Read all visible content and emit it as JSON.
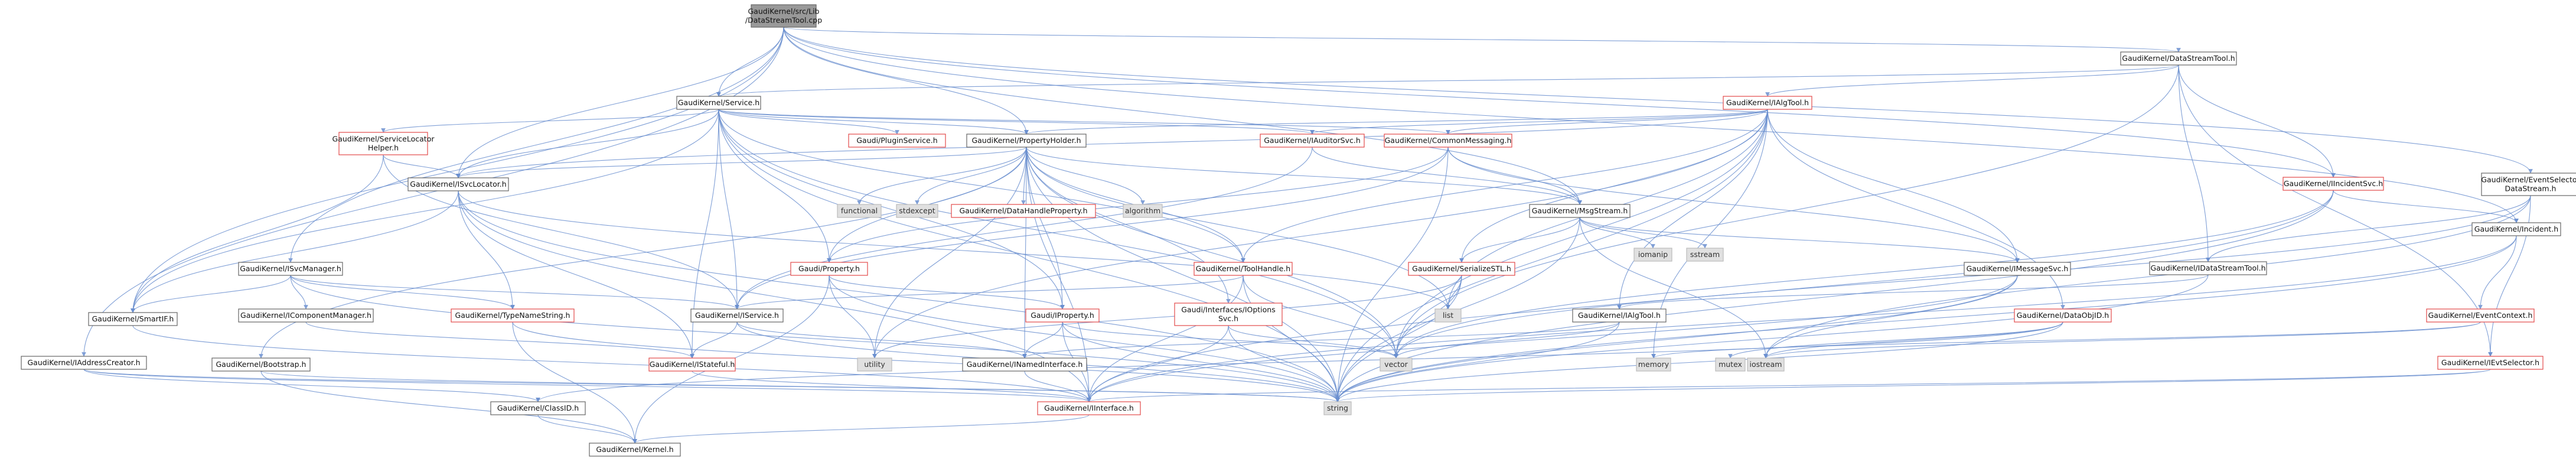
{
  "diagram": {
    "edge_color": "#6a8fcf",
    "root_fill": "#999999",
    "highlight_border": "#e34a4a",
    "external_fill": "#e0e0e0",
    "nodes": [
      {
        "id": "root",
        "lines": [
          "GaudiKernel/src/Lib",
          "/DataStreamTool.cpp"
        ],
        "style": "root"
      },
      {
        "id": "service_h",
        "lines": [
          "GaudiKernel/Service.h"
        ],
        "style": "plain"
      },
      {
        "id": "datastreamtool_h",
        "lines": [
          "GaudiKernel/DataStreamTool.h"
        ],
        "style": "plain"
      },
      {
        "id": "ialgtool_h",
        "lines": [
          "GaudiKernel/IAlgTool.h"
        ],
        "style": "red"
      },
      {
        "id": "servicelocator",
        "lines": [
          "GaudiKernel/ServiceLocator",
          "Helper.h"
        ],
        "style": "red"
      },
      {
        "id": "pluginservice",
        "lines": [
          "Gaudi/PluginService.h"
        ],
        "style": "red"
      },
      {
        "id": "propertyholder",
        "lines": [
          "GaudiKernel/PropertyHolder.h"
        ],
        "style": "plain"
      },
      {
        "id": "iauditorsvc",
        "lines": [
          "GaudiKernel/IAuditorSvc.h"
        ],
        "style": "red"
      },
      {
        "id": "commonmessaging",
        "lines": [
          "GaudiKernel/CommonMessaging.h"
        ],
        "style": "red"
      },
      {
        "id": "iincidentsvc",
        "lines": [
          "GaudiKernel/IIncidentSvc.h"
        ],
        "style": "red"
      },
      {
        "id": "eventselector",
        "lines": [
          "GaudiKernel/EventSelector",
          "DataStream.h"
        ],
        "style": "plain"
      },
      {
        "id": "smartif",
        "lines": [
          "GaudiKernel/SmartIF.h"
        ],
        "style": "plain"
      },
      {
        "id": "isvclocator",
        "lines": [
          "GaudiKernel/ISvcLocator.h"
        ],
        "style": "plain"
      },
      {
        "id": "functional",
        "lines": [
          "functional"
        ],
        "style": "ext"
      },
      {
        "id": "stdexcept",
        "lines": [
          "stdexcept"
        ],
        "style": "ext"
      },
      {
        "id": "datahandleproperty",
        "lines": [
          "GaudiKernel/DataHandleProperty.h"
        ],
        "style": "red"
      },
      {
        "id": "algorithm",
        "lines": [
          "algorithm"
        ],
        "style": "ext"
      },
      {
        "id": "msgstream",
        "lines": [
          "GaudiKernel/MsgStream.h"
        ],
        "style": "plain"
      },
      {
        "id": "iomanip",
        "lines": [
          "iomanip"
        ],
        "style": "ext"
      },
      {
        "id": "sstream",
        "lines": [
          "sstream"
        ],
        "style": "ext"
      },
      {
        "id": "idatastreamtool",
        "lines": [
          "GaudiKernel/IDataStreamTool.h"
        ],
        "style": "plain"
      },
      {
        "id": "incident",
        "lines": [
          "GaudiKernel/Incident.h"
        ],
        "style": "plain"
      },
      {
        "id": "isvcmanager",
        "lines": [
          "GaudiKernel/ISvcManager.h"
        ],
        "style": "plain"
      },
      {
        "id": "gaudiproperty",
        "lines": [
          "Gaudi/Property.h"
        ],
        "style": "red"
      },
      {
        "id": "toolhandle",
        "lines": [
          "GaudiKernel/ToolHandle.h"
        ],
        "style": "red"
      },
      {
        "id": "serializestl",
        "lines": [
          "GaudiKernel/SerializeSTL.h"
        ],
        "style": "red"
      },
      {
        "id": "imessagesvc",
        "lines": [
          "GaudiKernel/IMessageSvc.h"
        ],
        "style": "plain"
      },
      {
        "id": "icomponentmanager",
        "lines": [
          "GaudiKernel/IComponentManager.h"
        ],
        "style": "plain"
      },
      {
        "id": "typenamestring",
        "lines": [
          "GaudiKernel/TypeNameString.h"
        ],
        "style": "red"
      },
      {
        "id": "iservice",
        "lines": [
          "GaudiKernel/IService.h"
        ],
        "style": "plain"
      },
      {
        "id": "iproperty",
        "lines": [
          "Gaudi/IProperty.h"
        ],
        "style": "red"
      },
      {
        "id": "ioptionssvc",
        "lines": [
          "Gaudi/Interfaces/IOptions",
          "Svc.h"
        ],
        "style": "red"
      },
      {
        "id": "list",
        "lines": [
          "list"
        ],
        "style": "ext"
      },
      {
        "id": "ialgtool2",
        "lines": [
          "GaudiKernel/IAlgTool.h"
        ],
        "style": "plain"
      },
      {
        "id": "dataobjid",
        "lines": [
          "GaudiKernel/DataObjID.h"
        ],
        "style": "red"
      },
      {
        "id": "eventcontext",
        "lines": [
          "GaudiKernel/EventContext.h"
        ],
        "style": "red"
      },
      {
        "id": "ievtselector",
        "lines": [
          "GaudiKernel/IEvtSelector.h"
        ],
        "style": "red"
      },
      {
        "id": "iaddresscreator",
        "lines": [
          "GaudiKernel/IAddressCreator.h"
        ],
        "style": "plain"
      },
      {
        "id": "bootstrap",
        "lines": [
          "GaudiKernel/Bootstrap.h"
        ],
        "style": "plain"
      },
      {
        "id": "istateful",
        "lines": [
          "GaudiKernel/IStateful.h"
        ],
        "style": "red"
      },
      {
        "id": "utility",
        "lines": [
          "utility"
        ],
        "style": "ext"
      },
      {
        "id": "inamedinterface",
        "lines": [
          "GaudiKernel/INamedInterface.h"
        ],
        "style": "plain"
      },
      {
        "id": "vector",
        "lines": [
          "vector"
        ],
        "style": "ext"
      },
      {
        "id": "memory",
        "lines": [
          "memory"
        ],
        "style": "ext"
      },
      {
        "id": "mutex",
        "lines": [
          "mutex"
        ],
        "style": "ext"
      },
      {
        "id": "iostream",
        "lines": [
          "iostream"
        ],
        "style": "ext"
      },
      {
        "id": "classid",
        "lines": [
          "GaudiKernel/ClassID.h"
        ],
        "style": "plain"
      },
      {
        "id": "string",
        "lines": [
          "string"
        ],
        "style": "ext"
      },
      {
        "id": "iinterface",
        "lines": [
          "GaudiKernel/IInterface.h"
        ],
        "style": "red"
      },
      {
        "id": "kernel",
        "lines": [
          "GaudiKernel/Kernel.h"
        ],
        "style": "plain"
      }
    ],
    "edges": [
      [
        "root",
        "service_h"
      ],
      [
        "root",
        "datastreamtool_h"
      ],
      [
        "root",
        "propertyholder"
      ],
      [
        "root",
        "msgstream"
      ],
      [
        "root",
        "isvclocator"
      ],
      [
        "root",
        "isvcmanager"
      ],
      [
        "root",
        "smartif"
      ],
      [
        "root",
        "iaddresscreator"
      ],
      [
        "root",
        "incident"
      ],
      [
        "root",
        "eventselector"
      ],
      [
        "root",
        "iincidentsvc"
      ],
      [
        "datastreamtool_h",
        "service_h"
      ],
      [
        "datastreamtool_h",
        "ialgtool_h"
      ],
      [
        "datastreamtool_h",
        "idatastreamtool"
      ],
      [
        "datastreamtool_h",
        "iincidentsvc"
      ],
      [
        "datastreamtool_h",
        "ievtselector"
      ],
      [
        "datastreamtool_h",
        "vector"
      ],
      [
        "service_h",
        "servicelocator"
      ],
      [
        "service_h",
        "pluginservice"
      ],
      [
        "service_h",
        "propertyholder"
      ],
      [
        "service_h",
        "iauditorsvc"
      ],
      [
        "service_h",
        "commonmessaging"
      ],
      [
        "service_h",
        "isvclocator"
      ],
      [
        "service_h",
        "smartif"
      ],
      [
        "service_h",
        "iservice"
      ],
      [
        "service_h",
        "iproperty"
      ],
      [
        "service_h",
        "gaudiproperty"
      ],
      [
        "service_h",
        "vector"
      ],
      [
        "service_h",
        "string"
      ],
      [
        "service_h",
        "istateful"
      ],
      [
        "service_h",
        "toolhandle"
      ],
      [
        "ialgtool_h",
        "propertyholder"
      ],
      [
        "ialgtool_h",
        "iauditorsvc"
      ],
      [
        "ialgtool_h",
        "commonmessaging"
      ],
      [
        "ialgtool_h",
        "ialgtool2"
      ],
      [
        "ialgtool_h",
        "dataobjid"
      ],
      [
        "ialgtool_h",
        "imessagesvc"
      ],
      [
        "ialgtool_h",
        "list"
      ],
      [
        "ialgtool_h",
        "vector"
      ],
      [
        "ialgtool_h",
        "string"
      ],
      [
        "ialgtool_h",
        "toolhandle"
      ],
      [
        "ialgtool_h",
        "serializestl"
      ],
      [
        "ialgtool_h",
        "utility"
      ],
      [
        "ialgtool_h",
        "memory"
      ],
      [
        "ialgtool_h",
        "isvclocator"
      ],
      [
        "servicelocator",
        "isvclocator"
      ],
      [
        "servicelocator",
        "smartif"
      ],
      [
        "servicelocator",
        "iservice"
      ],
      [
        "propertyholder",
        "isvclocator"
      ],
      [
        "propertyholder",
        "functional"
      ],
      [
        "propertyholder",
        "stdexcept"
      ],
      [
        "propertyholder",
        "datahandleproperty"
      ],
      [
        "propertyholder",
        "algorithm"
      ],
      [
        "propertyholder",
        "msgstream"
      ],
      [
        "propertyholder",
        "gaudiproperty"
      ],
      [
        "propertyholder",
        "iproperty"
      ],
      [
        "propertyholder",
        "ioptionssvc"
      ],
      [
        "propertyholder",
        "toolhandle"
      ],
      [
        "propertyholder",
        "vector"
      ],
      [
        "propertyholder",
        "string"
      ],
      [
        "propertyholder",
        "utility"
      ],
      [
        "propertyholder",
        "list"
      ],
      [
        "propertyholder",
        "bootstrap"
      ],
      [
        "propertyholder",
        "iinterface"
      ],
      [
        "propertyholder",
        "inamedinterface"
      ],
      [
        "iauditorsvc",
        "iservice"
      ],
      [
        "iauditorsvc",
        "msgstream"
      ],
      [
        "commonmessaging",
        "msgstream"
      ],
      [
        "commonmessaging",
        "imessagesvc"
      ],
      [
        "commonmessaging",
        "gaudiproperty"
      ],
      [
        "commonmessaging",
        "iservice"
      ],
      [
        "commonmessaging",
        "string"
      ],
      [
        "iincidentsvc",
        "incident"
      ],
      [
        "iincidentsvc",
        "vector"
      ],
      [
        "iincidentsvc",
        "string"
      ],
      [
        "iincidentsvc",
        "iinterface"
      ],
      [
        "eventselector",
        "idatastreamtool"
      ],
      [
        "eventselector",
        "ievtselector"
      ],
      [
        "eventselector",
        "iostream"
      ],
      [
        "eventselector",
        "vector"
      ],
      [
        "isvclocator",
        "smartif"
      ],
      [
        "isvclocator",
        "typenamestring"
      ],
      [
        "isvclocator",
        "list"
      ],
      [
        "isvclocator",
        "string"
      ],
      [
        "isvclocator",
        "iinterface"
      ],
      [
        "isvclocator",
        "istateful"
      ],
      [
        "msgstream",
        "iomanip"
      ],
      [
        "msgstream",
        "sstream"
      ],
      [
        "msgstream",
        "iostream"
      ],
      [
        "msgstream",
        "string"
      ],
      [
        "msgstream",
        "imessagesvc"
      ],
      [
        "msgstream",
        "serializestl"
      ],
      [
        "idatastreamtool",
        "ialgtool2"
      ],
      [
        "idatastreamtool",
        "string"
      ],
      [
        "incident",
        "eventcontext"
      ],
      [
        "incident",
        "string"
      ],
      [
        "incident",
        "iinterface"
      ],
      [
        "isvcmanager",
        "icomponentmanager"
      ],
      [
        "isvcmanager",
        "smartif"
      ],
      [
        "isvcmanager",
        "typenamestring"
      ],
      [
        "isvcmanager",
        "iservice"
      ],
      [
        "isvcmanager",
        "string"
      ],
      [
        "gaudiproperty",
        "utility"
      ],
      [
        "gaudiproperty",
        "string"
      ],
      [
        "gaudiproperty",
        "iproperty"
      ],
      [
        "gaudiproperty",
        "kernel"
      ],
      [
        "toolhandle",
        "vector"
      ],
      [
        "toolhandle",
        "string"
      ],
      [
        "toolhandle",
        "iinterface"
      ],
      [
        "toolhandle",
        "iservice"
      ],
      [
        "serializestl",
        "list"
      ],
      [
        "serializestl",
        "vector"
      ],
      [
        "serializestl",
        "string"
      ],
      [
        "serializestl",
        "utility"
      ],
      [
        "imessagesvc",
        "iostream"
      ],
      [
        "imessagesvc",
        "string"
      ],
      [
        "imessagesvc",
        "iinterface"
      ],
      [
        "icomponentmanager",
        "istateful"
      ],
      [
        "typenamestring",
        "string"
      ],
      [
        "typenamestring",
        "kernel"
      ],
      [
        "iservice",
        "istateful"
      ],
      [
        "iservice",
        "inamedinterface"
      ],
      [
        "iservice",
        "string"
      ],
      [
        "iproperty",
        "inamedinterface"
      ],
      [
        "iproperty",
        "string"
      ],
      [
        "iproperty",
        "vector"
      ],
      [
        "iproperty",
        "iinterface"
      ],
      [
        "ioptionssvc",
        "string"
      ],
      [
        "ioptionssvc",
        "vector"
      ],
      [
        "ioptionssvc",
        "iinterface"
      ],
      [
        "ialgtool2",
        "string"
      ],
      [
        "ialgtool2",
        "inamedinterface"
      ],
      [
        "ialgtool2",
        "vector"
      ],
      [
        "dataobjid",
        "iostream"
      ],
      [
        "dataobjid",
        "mutex"
      ],
      [
        "dataobjid",
        "string"
      ],
      [
        "dataobjid",
        "classid"
      ],
      [
        "eventcontext",
        "iostream"
      ],
      [
        "eventcontext",
        "memory"
      ],
      [
        "ievtselector",
        "iinterface"
      ],
      [
        "ievtselector",
        "string"
      ],
      [
        "iaddresscreator",
        "classid"
      ],
      [
        "iaddresscreator",
        "iinterface"
      ],
      [
        "iaddresscreator",
        "string"
      ],
      [
        "smartif",
        "iinterface"
      ],
      [
        "bootstrap",
        "string"
      ],
      [
        "bootstrap",
        "kernel"
      ],
      [
        "istateful",
        "iinterface"
      ],
      [
        "inamedinterface",
        "iinterface"
      ],
      [
        "classid",
        "kernel"
      ],
      [
        "iinterface",
        "kernel"
      ]
    ]
  }
}
